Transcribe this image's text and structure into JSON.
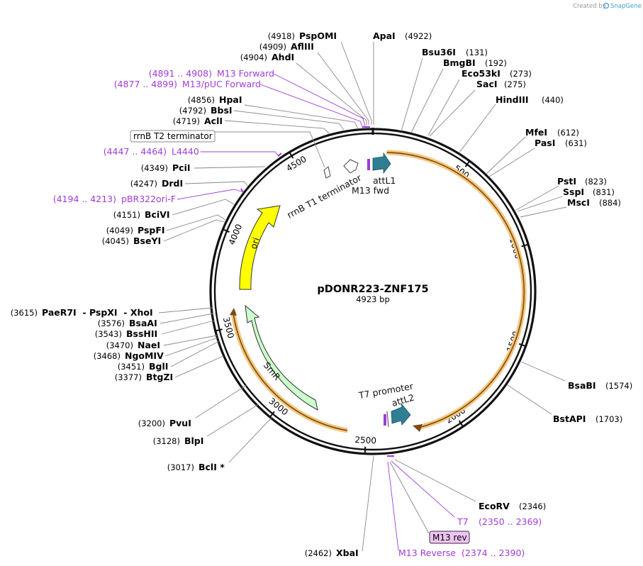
{
  "credit": {
    "prefix": "Created by",
    "brand": "SnapGene"
  },
  "map": {
    "name": "pDONR223-ZNF175",
    "length": "4923 bp",
    "total_bp": 4923,
    "ticks": [
      {
        "bp": 500,
        "label": "500"
      },
      {
        "bp": 1000,
        "label": "1000"
      },
      {
        "bp": 1500,
        "label": "1500"
      },
      {
        "bp": 2000,
        "label": "2000"
      },
      {
        "bp": 2500,
        "label": "2500"
      },
      {
        "bp": 3000,
        "label": "3000"
      },
      {
        "bp": 3500,
        "label": "3500"
      },
      {
        "bp": 4000,
        "label": "4000"
      },
      {
        "bp": 4500,
        "label": "4500"
      }
    ]
  },
  "features": {
    "insert_color": "#f5c57a",
    "ori": {
      "label": "ori",
      "color": "#ffff00"
    },
    "smr": {
      "label": "SmR",
      "color": "#ccffcc"
    },
    "attl1": {
      "label": "attL1",
      "color": "#2e7f94"
    },
    "attl2": {
      "label": "attL2",
      "color": "#2e7f94"
    },
    "m13fwd": {
      "label": "M13 fwd",
      "color": "#9b3fd4"
    },
    "t1": {
      "label": "rrnB T1 terminator",
      "color": "#ffffff"
    },
    "t7": {
      "label": "T7 promoter",
      "color": "#ffffff"
    }
  },
  "left_labels": [
    {
      "pos": "(4918)",
      "name": "PspOMI"
    },
    {
      "pos": "(4909)",
      "name": "AflIII"
    },
    {
      "pos": "(4904)",
      "name": "AhdI"
    },
    {
      "pos": "(4891 .. 4908)",
      "name": "M13 Forward",
      "primer": true
    },
    {
      "pos": "(4877 .. 4899)",
      "name": "M13/pUC Forward",
      "primer": true
    },
    {
      "pos": "(4856)",
      "name": "HpaI"
    },
    {
      "pos": "(4792)",
      "name": "BbsI"
    },
    {
      "pos": "(4719)",
      "name": "AclI"
    },
    {
      "pos": "",
      "name": "rrnB T2 terminator",
      "boxed": true
    },
    {
      "pos": "(4447 .. 4464)",
      "name": "L4440",
      "primer": true
    },
    {
      "pos": "(4349)",
      "name": "PciI"
    },
    {
      "pos": "(4247)",
      "name": "DrdI"
    },
    {
      "pos": "(4194 .. 4213)",
      "name": "pBR322ori-F",
      "primer": true
    },
    {
      "pos": "(4151)",
      "name": "BciVI"
    },
    {
      "pos": "(4049)",
      "name": "PspFI"
    },
    {
      "pos": "(4045)",
      "name": "BseYI"
    },
    {
      "pos": "(3615)",
      "name": "PaeR7I  - PspXI  - XhoI"
    },
    {
      "pos": "(3576)",
      "name": "BsaAI"
    },
    {
      "pos": "(3543)",
      "name": "BssHII"
    },
    {
      "pos": "(3470)",
      "name": "NaeI"
    },
    {
      "pos": "(3468)",
      "name": "NgoMIV"
    },
    {
      "pos": "(3451)",
      "name": "BglI"
    },
    {
      "pos": "(3377)",
      "name": "BtgZI"
    },
    {
      "pos": "(3200)",
      "name": "PvuI"
    },
    {
      "pos": "(3128)",
      "name": "BlpI"
    },
    {
      "pos": "(3017)",
      "name": "BclI *"
    },
    {
      "pos": "(2462)",
      "name": "XbaI"
    }
  ],
  "right_labels": [
    {
      "name": "ApaI",
      "pos": "(4922)"
    },
    {
      "name": "Bsu36I",
      "pos": "(131)"
    },
    {
      "name": "BmgBI",
      "pos": "(192)"
    },
    {
      "name": "Eco53kI",
      "pos": "(273)"
    },
    {
      "name": "SacI",
      "pos": "(275)"
    },
    {
      "name": "HindIII",
      "pos": "(440)"
    },
    {
      "name": "MfeI",
      "pos": "(612)"
    },
    {
      "name": "PasI",
      "pos": "(631)"
    },
    {
      "name": "PstI",
      "pos": "(823)"
    },
    {
      "name": "SspI",
      "pos": "(831)"
    },
    {
      "name": "MscI",
      "pos": "(884)"
    },
    {
      "name": "BsaBI",
      "pos": "(1574)"
    },
    {
      "name": "BstAPI",
      "pos": "(1703)"
    },
    {
      "name": "EcoRV",
      "pos": "(2346)"
    },
    {
      "name": "T7",
      "pos": "(2350 .. 2369)",
      "primer": true
    },
    {
      "name": "M13 rev",
      "pos": "",
      "boxed": true
    },
    {
      "name": "M13 Reverse",
      "pos": "(2374 .. 2390)",
      "primer": true
    }
  ]
}
